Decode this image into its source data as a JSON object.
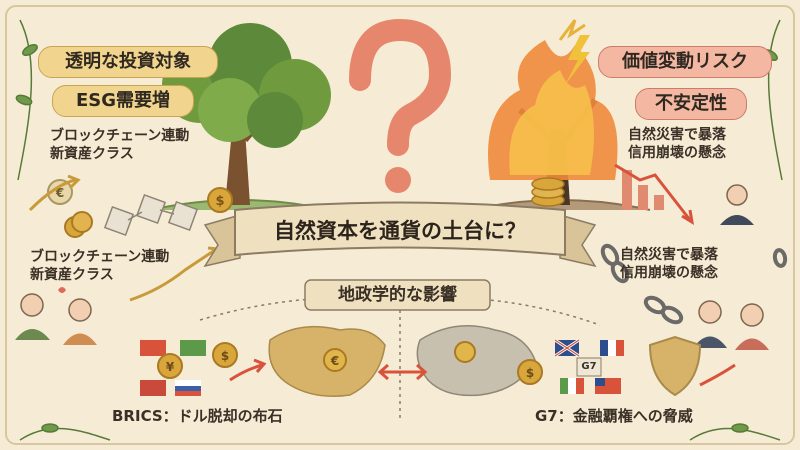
{
  "left": {
    "label_1": "透明な投資対象",
    "label_2": "ESG需要増",
    "note_1": "ブロックチェーン連動\n新資産クラス",
    "note_2": "ブロックチェーン連動\n新資産クラス",
    "brics_caption": "BRICS：ドル脱却の布石"
  },
  "right": {
    "label_1": "価値変動リスク",
    "label_2": "不安定性",
    "note_1": "自然災害で暴落\n信用崩壊の懸念",
    "note_2": "自然災害で暴落\n信用崩壊の懸念",
    "g7_caption": "G7：金融覇権への脅威",
    "g7_badge": "G7"
  },
  "center": {
    "banner": "自然資本を通貨の土台に？",
    "geo_label": "地政学的な影響"
  },
  "icons": [
    "question-mark-icon",
    "healthy-tree-icon",
    "burning-tree-icon",
    "coin-icon",
    "blockchain-icon",
    "chain-broken-icon",
    "world-map-icon",
    "shield-icon",
    "people-icon",
    "euro-coin-icon",
    "yen-coin-icon",
    "dollar-coin-icon",
    "flag-icon"
  ],
  "colors": {
    "background": "#f6ecd6",
    "left_pill": "#f1d58e",
    "right_pill": "#f3b7a2",
    "banner": "#efe1c0",
    "accent_red": "#d9533b",
    "tree_green": "#5c8a3a",
    "coin_gold": "#d9a63c"
  }
}
